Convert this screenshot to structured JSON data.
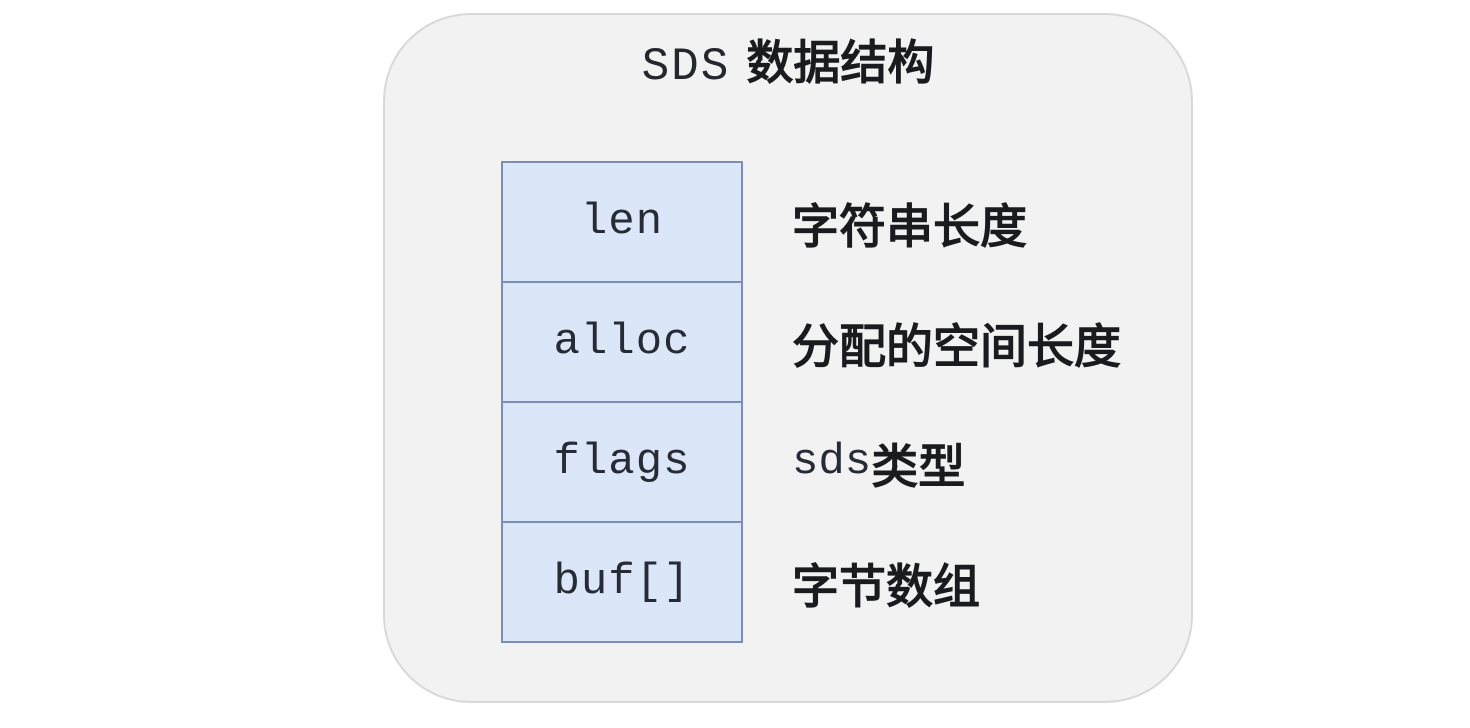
{
  "page": {
    "background": "#ffffff"
  },
  "card": {
    "background": "#f2f2f3",
    "border_color": "#d7d8da",
    "title": {
      "acronym": "SDS",
      "text": "数据结构"
    }
  },
  "structure": {
    "cell_background": "#dbe7f8",
    "cell_border": "#7a8fb5",
    "rows": [
      {
        "field": "len",
        "desc_mono": "",
        "desc_text": "字符串长度"
      },
      {
        "field": "alloc",
        "desc_mono": "",
        "desc_text": "分配的空间长度"
      },
      {
        "field": "flags",
        "desc_mono": "sds",
        "desc_text": "类型"
      },
      {
        "field": "buf[]",
        "desc_mono": "",
        "desc_text": "字节数组"
      }
    ]
  }
}
